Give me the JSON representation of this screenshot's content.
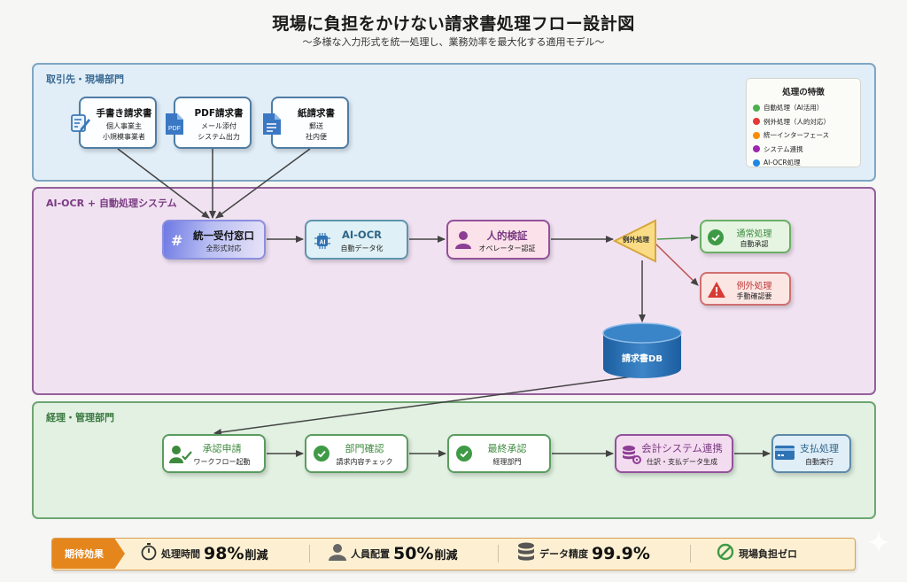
{
  "header": {
    "title": "現場に負担をかけない請求書処理フロー設計図",
    "subtitle": "〜多様な入力形式を統一処理し、業務効率を最大化する適用モデル〜"
  },
  "lanes": [
    {
      "label": "取引先・現場部門",
      "color": "#3a6a94"
    },
    {
      "label": "AI-OCR + 自動処理システム",
      "color": "#7a3b82"
    },
    {
      "label": "経理・管理部門",
      "color": "#3c7a42"
    }
  ],
  "sources": [
    {
      "title": "手書き請求書",
      "lines": [
        "個人事業主",
        "小規模事業者"
      ],
      "icon": "edit-document-icon"
    },
    {
      "title": "PDF請求書",
      "lines": [
        "メール添付",
        "システム出力"
      ],
      "icon": "pdf-file-icon",
      "icon_text": "PDF"
    },
    {
      "title": "紙請求書",
      "lines": [
        "郵送",
        "社内便"
      ],
      "icon": "paper-document-icon"
    }
  ],
  "legend": {
    "title": "処理の特徴",
    "items": [
      {
        "label": "自動処理（AI活用）",
        "color": "#4caf50"
      },
      {
        "label": "例外処理（人的対応）",
        "color": "#e53935"
      },
      {
        "label": "統一インターフェース",
        "color": "#fb8c00"
      },
      {
        "label": "システム連携",
        "color": "#9c27b0"
      },
      {
        "label": "AI-OCR処理",
        "color": "#1e88e5"
      }
    ]
  },
  "system": {
    "reception": {
      "title": "統一受付窓口",
      "sub": "全形式対応",
      "icon": "hash-icon",
      "icon_text": "#"
    },
    "ocr": {
      "title": "AI-OCR",
      "sub": "自動データ化",
      "icon": "ai-chip-icon",
      "icon_text": "AI"
    },
    "human": {
      "title": "人的検証",
      "sub": "オペレーター認証",
      "icon": "person-icon"
    },
    "decision": {
      "label": "例外処理"
    },
    "normal": {
      "title": "通常処理",
      "sub": "自動承認",
      "icon": "check-circle-icon"
    },
    "exception": {
      "title": "例外処理",
      "sub": "手動確認要",
      "icon": "warning-icon"
    },
    "db": {
      "label": "請求書DB"
    }
  },
  "accounting": [
    {
      "title": "承認申請",
      "sub": "ワークフロー起動",
      "icon": "user-check-icon"
    },
    {
      "title": "部門確認",
      "sub": "請求内容チェック",
      "icon": "check-circle-icon"
    },
    {
      "title": "最終承認",
      "sub": "経理部門",
      "icon": "check-circle-icon"
    },
    {
      "title": "会計システム連携",
      "sub": "仕訳・支払データ生成",
      "icon": "database-gear-icon"
    },
    {
      "title": "支払処理",
      "sub": "自動実行",
      "icon": "credit-card-icon"
    }
  ],
  "banner": {
    "tag": "期待効果",
    "metrics": [
      {
        "icon": "stopwatch-icon",
        "label": "処理時間",
        "value": "98%",
        "unit": "削減"
      },
      {
        "icon": "person-icon",
        "label": "人員配置",
        "value": "50%",
        "unit": "削減"
      },
      {
        "icon": "database-icon",
        "label": "データ精度",
        "value": "99.9%",
        "unit": ""
      },
      {
        "icon": "no-entry-icon",
        "label": "現場負担ゼロ",
        "value": "",
        "unit": ""
      }
    ]
  }
}
